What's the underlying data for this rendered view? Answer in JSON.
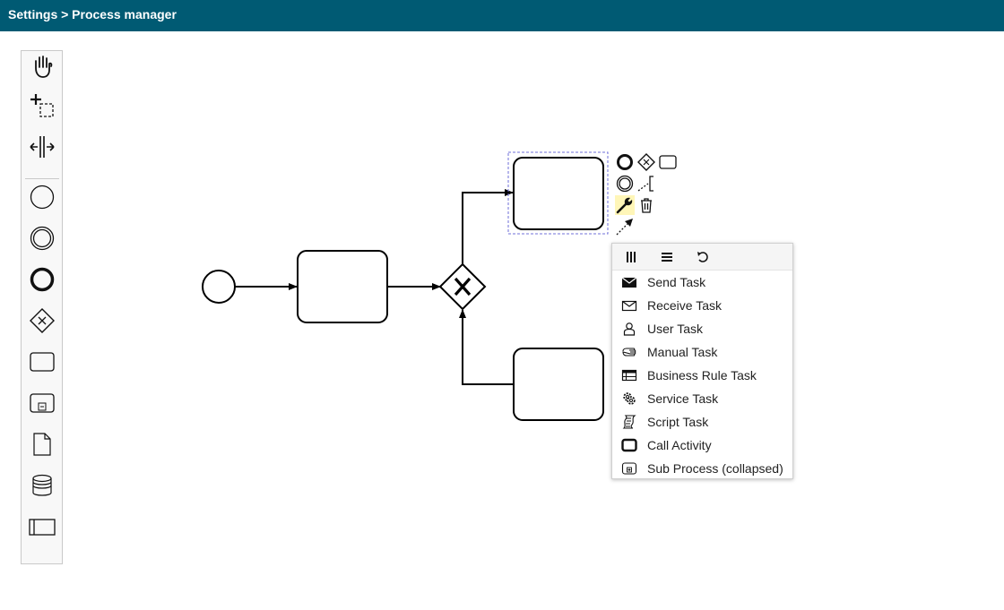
{
  "header": {
    "breadcrumb": "Settings > Process manager",
    "background": "#005a73"
  },
  "palette": {
    "tools": [
      {
        "name": "hand-tool",
        "icon": "hand-icon"
      },
      {
        "name": "lasso-tool",
        "icon": "lasso-icon"
      },
      {
        "name": "space-tool",
        "icon": "space-icon"
      },
      {
        "name": "start-event-tool",
        "icon": "start-event-icon"
      },
      {
        "name": "intermediate-event-tool",
        "icon": "intermediate-event-icon"
      },
      {
        "name": "end-event-tool",
        "icon": "end-event-icon"
      },
      {
        "name": "gateway-tool",
        "icon": "gateway-icon"
      },
      {
        "name": "task-tool",
        "icon": "task-icon"
      },
      {
        "name": "subprocess-tool",
        "icon": "subprocess-icon"
      },
      {
        "name": "data-object-tool",
        "icon": "data-object-icon"
      },
      {
        "name": "data-store-tool",
        "icon": "data-store-icon"
      },
      {
        "name": "participant-tool",
        "icon": "participant-icon"
      }
    ]
  },
  "context_pad": {
    "items": [
      {
        "name": "append-end-event",
        "icon": "end-event-icon"
      },
      {
        "name": "append-gateway",
        "icon": "gateway-icon"
      },
      {
        "name": "append-task",
        "icon": "task-icon"
      },
      {
        "name": "append-intermediate-event",
        "icon": "intermediate-event-icon"
      },
      {
        "name": "append-text-annotation",
        "icon": "text-annotation-icon"
      },
      {
        "name": "change-type",
        "icon": "wrench-icon",
        "active": true
      },
      {
        "name": "delete",
        "icon": "trash-icon"
      },
      {
        "name": "connect",
        "icon": "connect-icon"
      }
    ]
  },
  "replace_menu": {
    "header_icons": [
      "parallel-multi-instance-icon",
      "sequential-multi-instance-icon",
      "loop-icon"
    ],
    "items": [
      {
        "label": "Send Task",
        "icon": "send-task-icon"
      },
      {
        "label": "Receive Task",
        "icon": "receive-task-icon"
      },
      {
        "label": "User Task",
        "icon": "user-task-icon"
      },
      {
        "label": "Manual Task",
        "icon": "manual-task-icon"
      },
      {
        "label": "Business Rule Task",
        "icon": "business-rule-task-icon"
      },
      {
        "label": "Service Task",
        "icon": "service-task-icon"
      },
      {
        "label": "Script Task",
        "icon": "script-task-icon"
      },
      {
        "label": "Call Activity",
        "icon": "call-activity-icon"
      },
      {
        "label": "Sub Process (collapsed)",
        "icon": "subprocess-collapsed-icon"
      }
    ]
  },
  "diagram": {
    "elements": [
      {
        "name": "start-event",
        "type": "start-event"
      },
      {
        "name": "task-1",
        "type": "task"
      },
      {
        "name": "exclusive-gateway",
        "type": "exclusive-gateway",
        "marker": "X"
      },
      {
        "name": "task-2",
        "type": "task",
        "selected": true
      },
      {
        "name": "task-3",
        "type": "task"
      }
    ]
  }
}
